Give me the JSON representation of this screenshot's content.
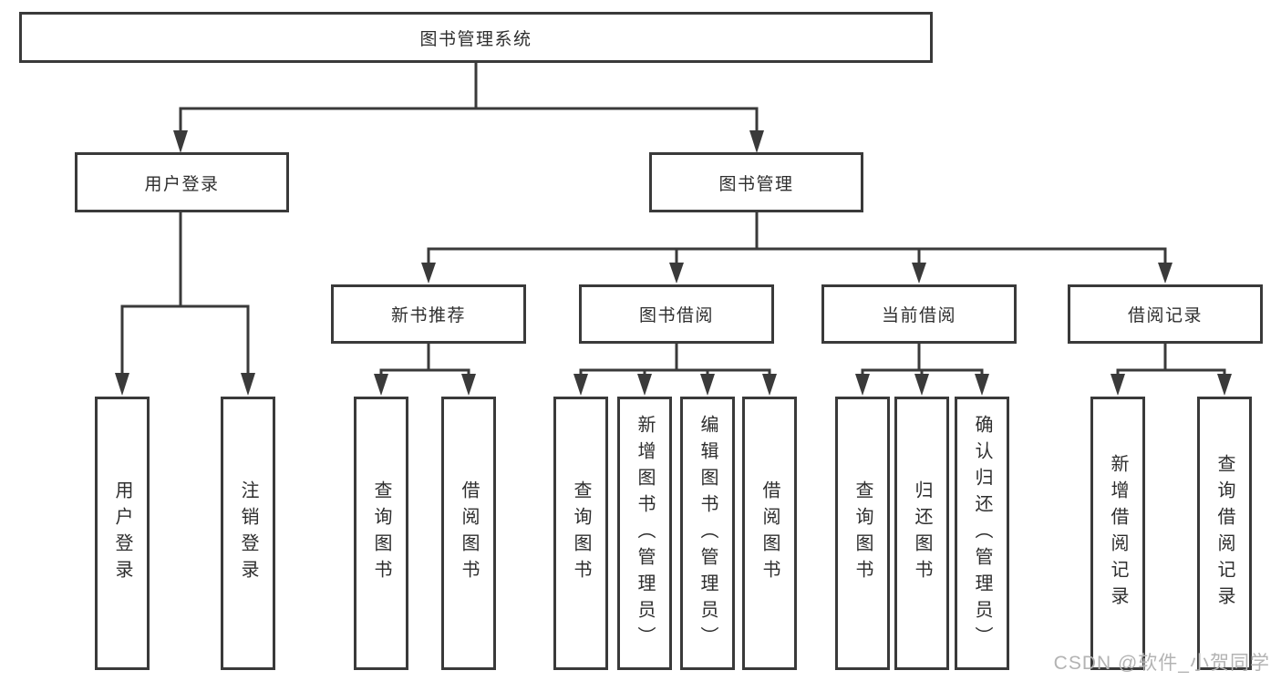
{
  "root": {
    "label": "图书管理系统"
  },
  "level2": {
    "user_login": {
      "label": "用户登录"
    },
    "book_management": {
      "label": "图书管理"
    }
  },
  "level3": [
    {
      "label": "新书推荐"
    },
    {
      "label": "图书借阅"
    },
    {
      "label": "当前借阅"
    },
    {
      "label": "借阅记录"
    }
  ],
  "leaves": [
    {
      "label": "用户登录",
      "parent": "用户登录"
    },
    {
      "label": "注销登录",
      "parent": "用户登录"
    },
    {
      "label": "查询图书",
      "parent": "新书推荐"
    },
    {
      "label": "借阅图书",
      "parent": "新书推荐"
    },
    {
      "label": "查询图书",
      "parent": "图书借阅"
    },
    {
      "label": "新增图书（管理员）",
      "parent": "图书借阅"
    },
    {
      "label": "编辑图书（管理员）",
      "parent": "图书借阅"
    },
    {
      "label": "借阅图书",
      "parent": "图书借阅"
    },
    {
      "label": "查询图书",
      "parent": "当前借阅"
    },
    {
      "label": "归还图书",
      "parent": "当前借阅"
    },
    {
      "label": "确认归还（管理员）",
      "parent": "当前借阅"
    },
    {
      "label": "新增借阅记录",
      "parent": "借阅记录"
    },
    {
      "label": "查询借阅记录",
      "parent": "借阅记录"
    }
  ],
  "watermark": {
    "text": "CSDN @软件_小贺同学"
  },
  "colors": {
    "line": "#3a3a3a",
    "box_border": "#3a3a3a",
    "box_background": "#ffffff",
    "text": "#2e2e2e",
    "watermark": "#b3b3b3"
  }
}
